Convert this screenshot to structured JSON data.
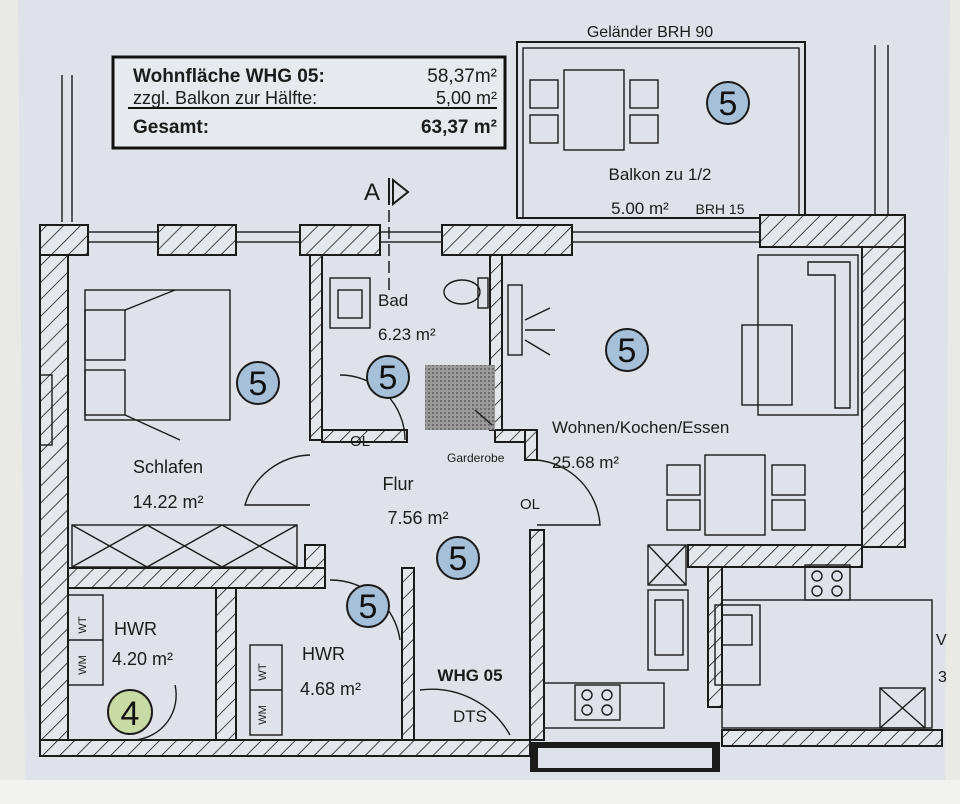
{
  "summary": {
    "living_area_label": "Wohnfläche WHG 05:",
    "living_area_value": "58,37m²",
    "balcony_label": "zzgl. Balkon zur Hälfte:",
    "balcony_value": "5,00 m²",
    "total_label": "Gesamt:",
    "total_value": "63,37 m²"
  },
  "balcony": {
    "railing": "Geländer BRH 90",
    "name": "Balkon zu 1/2",
    "area": "5.00 m²",
    "brh": "BRH 15"
  },
  "section_marker": "A",
  "rooms": [
    {
      "name": "Schlafen",
      "area": "14.22 m²"
    },
    {
      "name": "Bad",
      "area": "6.23 m²"
    },
    {
      "name": "Wohnen/Kochen/Essen",
      "area": "25.68 m²"
    },
    {
      "name": "Flur",
      "area": "7.56 m²"
    },
    {
      "name": "HWR",
      "area": "4.20 m²"
    },
    {
      "name": "HWR",
      "area": "4.68 m²"
    }
  ],
  "annotations": {
    "garderobe": "Garderobe",
    "ol1": "OL",
    "ol2": "OL",
    "unit": "WHG 05",
    "dts": "DTS",
    "wm": "WM",
    "wt": "WT",
    "edge_v": "V",
    "edge_3": "3"
  },
  "badges": [
    "5",
    "5",
    "5",
    "5",
    "5",
    "5",
    "4"
  ],
  "colors": {
    "paper": "#dfe3e9",
    "badge_blue": "#a7c0da",
    "badge_green": "#c9dba5"
  }
}
